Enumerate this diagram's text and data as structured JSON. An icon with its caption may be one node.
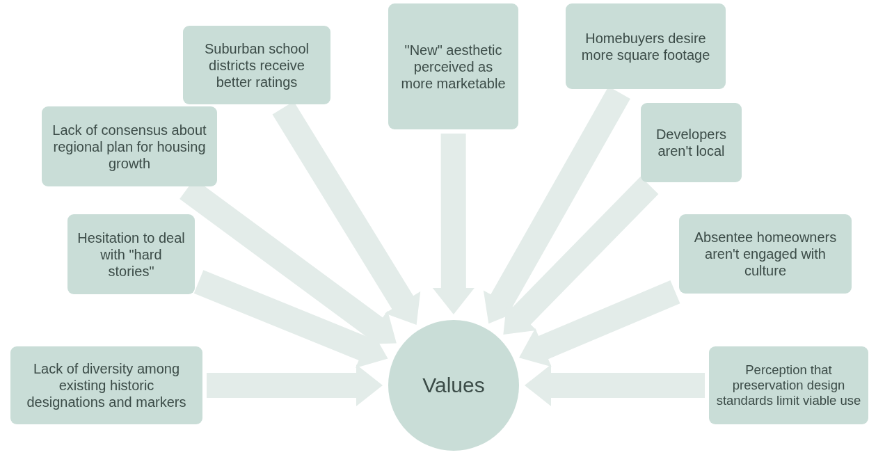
{
  "diagram": {
    "nodes": [
      {
        "text": [
          "Suburban school districts receive better ratings"
        ]
      },
      {
        "text": [
          "\"New\" aesthetic perceived as more marketable"
        ]
      },
      {
        "text": [
          "Homebuyers desire more square footage"
        ]
      },
      {
        "text": [
          "Lack of consensus about regional plan for housing growth"
        ]
      },
      {
        "text": [
          "Developers aren't local"
        ]
      },
      {
        "text": [
          "Hesitation to deal with \"hard stories\""
        ]
      },
      {
        "text": [
          "Absentee homeowners aren't engaged with culture"
        ]
      },
      {
        "text": [
          "Lack of diversity among existing historic designations and markers"
        ]
      },
      {
        "text": [
          "Values"
        ]
      },
      {
        "text": [
          "Perception that preservation design standards limit viable use"
        ]
      }
    ],
    "edges": [
      {
        "from": 0,
        "to": 8,
        "arrow": "to"
      },
      {
        "from": 1,
        "to": 8,
        "arrow": "to"
      },
      {
        "from": 2,
        "to": 8,
        "arrow": "to"
      },
      {
        "from": 3,
        "to": 8,
        "arrow": "to"
      },
      {
        "from": 4,
        "to": 8,
        "arrow": "to"
      },
      {
        "from": 5,
        "to": 8,
        "arrow": "to"
      },
      {
        "from": 6,
        "to": 8,
        "arrow": "to"
      },
      {
        "from": 7,
        "to": 8,
        "arrow": "to"
      },
      {
        "from": 9,
        "to": 8,
        "arrow": "to"
      }
    ]
  }
}
